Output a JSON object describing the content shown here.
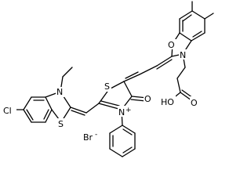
{
  "molecule": {
    "atom_labels": {
      "chloro": "Cl",
      "n_benzothiazole": "N",
      "s_benzothiazole": "S",
      "s_thiazolidine": "S",
      "n_plus_thiazolium": "N",
      "plus_sign": "+",
      "oxo": "O",
      "o_benzoxazole": "O",
      "n_benzoxazole": "N",
      "acid_oh": "HO",
      "acid_carbonyl_o": "O",
      "bromide": "Br",
      "bromide_charge": "-"
    }
  }
}
